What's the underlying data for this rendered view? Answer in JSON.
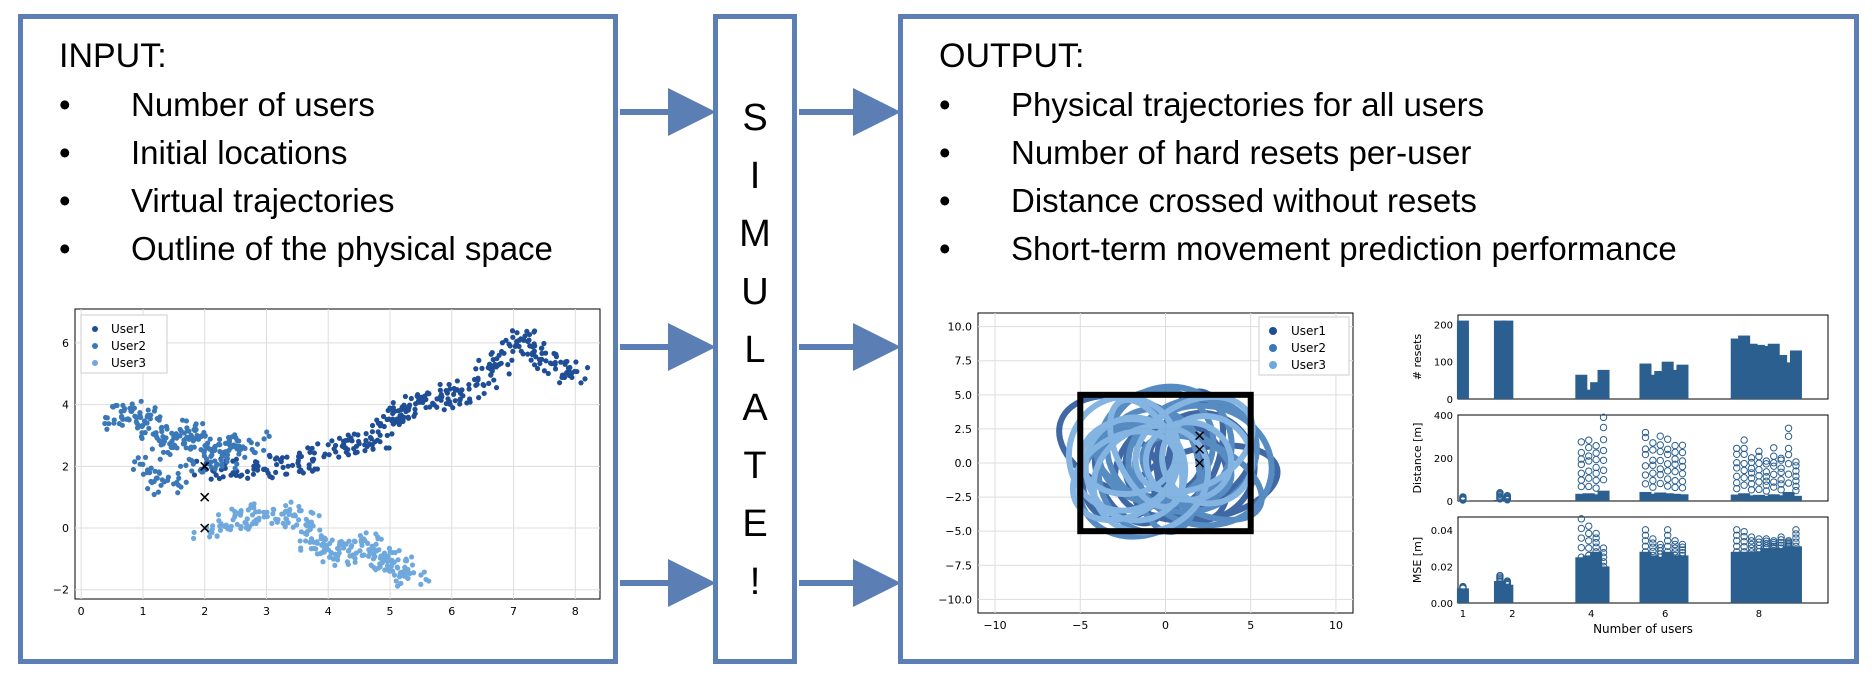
{
  "input": {
    "heading": "INPUT:",
    "bullet": "•",
    "items": [
      "Number of users",
      "Initial locations",
      "Virtual trajectories",
      "Outline of the physical space"
    ]
  },
  "simulate": {
    "letters": [
      "S",
      "I",
      "M",
      "U",
      "L",
      "A",
      "T",
      "E",
      "!"
    ]
  },
  "output": {
    "heading": "OUTPUT:",
    "bullet": "•",
    "items": [
      "Physical trajectories for all users",
      "Number of hard resets per-user",
      "Distance crossed without resets",
      "Short-term movement prediction performance"
    ]
  },
  "colors": {
    "border": "#5b7fb4",
    "user1": "#1f4e96",
    "user2": "#3a78b8",
    "user3": "#6fa8dc",
    "bar": "#2b5f8f"
  },
  "chart_data": [
    {
      "type": "scatter",
      "title": "",
      "xlim": [
        -0.1,
        8.4
      ],
      "ylim": [
        -2.3,
        7.1
      ],
      "xticks": [
        "0",
        "1",
        "2",
        "3",
        "4",
        "5",
        "6",
        "7",
        "8"
      ],
      "yticks": [
        "−2",
        "0",
        "2",
        "4",
        "6"
      ],
      "grid": true,
      "legend_position": "top-left",
      "series": [
        {
          "name": "User1",
          "color": "#1f4e96",
          "x": [
            2.0,
            2.8,
            3.6,
            4.2,
            4.8,
            5.1,
            5.4,
            5.9,
            6.3,
            6.8,
            7.2,
            7.6,
            8.0
          ],
          "y": [
            1.9,
            1.9,
            2.1,
            2.6,
            2.9,
            3.7,
            4.0,
            4.2,
            4.5,
            5.5,
            6.2,
            5.3,
            5.0
          ]
        },
        {
          "name": "User2",
          "color": "#3a78b8",
          "x": [
            0.5,
            0.9,
            1.2,
            1.5,
            1.8,
            2.0,
            2.4,
            2.8,
            1.4,
            1.0
          ],
          "y": [
            3.5,
            3.8,
            3.1,
            2.7,
            3.3,
            2.3,
            2.6,
            2.8,
            1.4,
            2.1
          ]
        },
        {
          "name": "User3",
          "color": "#6fa8dc",
          "x": [
            2.0,
            2.6,
            3.0,
            3.6,
            3.8,
            4.2,
            4.6,
            5.0,
            5.4,
            4.8
          ],
          "y": [
            -0.1,
            0.3,
            0.6,
            0.3,
            -0.6,
            -0.9,
            -0.4,
            -1.1,
            -1.6,
            -0.7
          ]
        }
      ],
      "markers": [
        {
          "x": 2.0,
          "y": 2.0
        },
        {
          "x": 2.0,
          "y": 1.0
        },
        {
          "x": 2.0,
          "y": 0.0
        }
      ]
    },
    {
      "type": "line",
      "title": "",
      "xlim": [
        -11,
        11
      ],
      "ylim": [
        -11,
        11
      ],
      "xticks": [
        "−10",
        "−5",
        "0",
        "5",
        "10"
      ],
      "yticks": [
        "−10.0",
        "−7.5",
        "−5.0",
        "−2.5",
        "0.0",
        "2.5",
        "5.0",
        "7.5",
        "10.0"
      ],
      "grid": true,
      "legend_position": "top-right",
      "series": [
        {
          "name": "User1",
          "color": "#1f4e96"
        },
        {
          "name": "User2",
          "color": "#3a78b8"
        },
        {
          "name": "User3",
          "color": "#6fa8dc"
        }
      ],
      "boundary": {
        "x": [
          -5,
          5
        ],
        "y": [
          -5,
          5
        ]
      },
      "markers": [
        {
          "x": 2,
          "y": 2
        },
        {
          "x": 2,
          "y": 1
        },
        {
          "x": 2,
          "y": 0
        }
      ]
    },
    {
      "type": "bar",
      "ylabel": "# resets",
      "ylim": [
        0,
        225
      ],
      "yticks": [
        "0",
        "100",
        "200"
      ],
      "values": [
        210,
        210,
        210,
        65,
        25,
        45,
        78,
        95,
        65,
        75,
        100,
        78,
        92,
        162,
        170,
        148,
        145,
        142,
        148,
        118,
        98,
        130
      ],
      "x": [
        1.0,
        1.75,
        1.9,
        3.4,
        3.55,
        3.7,
        3.85,
        4.7,
        4.85,
        5.0,
        5.15,
        5.3,
        5.45,
        6.55,
        6.7,
        6.85,
        7.0,
        7.15,
        7.3,
        7.45,
        7.6,
        7.75
      ]
    },
    {
      "type": "scatter",
      "ylabel": "Distance [m]",
      "ylim": [
        0,
        400
      ],
      "yticks": [
        "0",
        "200",
        "400"
      ],
      "x_groups": [
        1.0,
        1.75,
        1.9,
        3.4,
        3.55,
        3.7,
        3.85,
        4.7,
        4.85,
        5.0,
        5.15,
        5.3,
        5.45,
        6.55,
        6.7,
        6.85,
        7.0,
        7.15,
        7.3,
        7.45,
        7.6,
        7.75
      ],
      "group_max": [
        20,
        40,
        25,
        280,
        300,
        260,
        400,
        350,
        280,
        330,
        300,
        280,
        260,
        250,
        300,
        220,
        240,
        200,
        260,
        220,
        350,
        200
      ]
    },
    {
      "type": "scatter",
      "ylabel": "MSE [m]",
      "xlabel": "Number of users",
      "ylim": [
        0,
        0.047
      ],
      "yticks": [
        "0.00",
        "0.02",
        "0.04"
      ],
      "xticks": [
        "1",
        "2",
        "4",
        "6",
        "8"
      ],
      "x_groups": [
        1.0,
        1.75,
        1.9,
        3.4,
        3.55,
        3.7,
        3.85,
        4.7,
        4.85,
        5.0,
        5.15,
        5.3,
        5.45,
        6.55,
        6.7,
        6.85,
        7.0,
        7.15,
        7.3,
        7.45,
        7.6,
        7.75
      ],
      "group_base": [
        0.008,
        0.012,
        0.01,
        0.025,
        0.026,
        0.028,
        0.02,
        0.028,
        0.026,
        0.025,
        0.028,
        0.026,
        0.026,
        0.028,
        0.028,
        0.028,
        0.028,
        0.03,
        0.03,
        0.03,
        0.031,
        0.031
      ],
      "group_max": [
        0.009,
        0.015,
        0.012,
        0.046,
        0.042,
        0.038,
        0.03,
        0.04,
        0.035,
        0.032,
        0.04,
        0.034,
        0.032,
        0.04,
        0.039,
        0.036,
        0.035,
        0.035,
        0.034,
        0.036,
        0.034,
        0.04
      ]
    }
  ]
}
